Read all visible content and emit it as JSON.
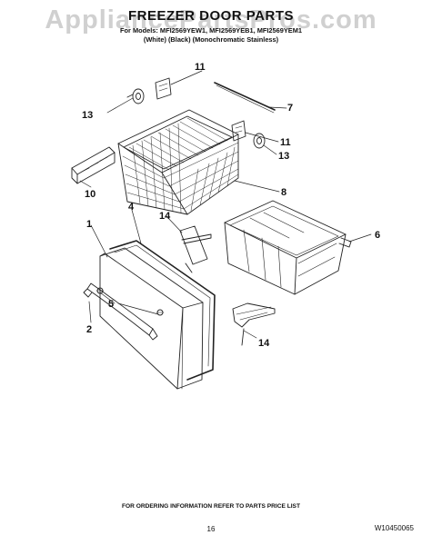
{
  "watermark": "AppliancePartsPros.com",
  "header": {
    "title": "FREEZER DOOR PARTS",
    "models": "For Models: MFI2569YEW1, MFI2569YEB1, MFI2569YEM1",
    "variants": "(White)          (Black) (Monochromatic Stainless)"
  },
  "callouts": {
    "c1": "1",
    "c2": "2",
    "c4": "4",
    "c5": "5",
    "c6": "6",
    "c7": "7",
    "c8": "8",
    "c10": "10",
    "c11a": "11",
    "c11b": "11",
    "c13a": "13",
    "c13b": "13",
    "c14a": "14",
    "c14b": "14"
  },
  "footer": {
    "note": "FOR ORDERING INFORMATION REFER TO PARTS PRICE LIST",
    "page_number": "16",
    "doc_code": "W10450065"
  },
  "colors": {
    "line": "#222222",
    "watermark": "#969696"
  }
}
